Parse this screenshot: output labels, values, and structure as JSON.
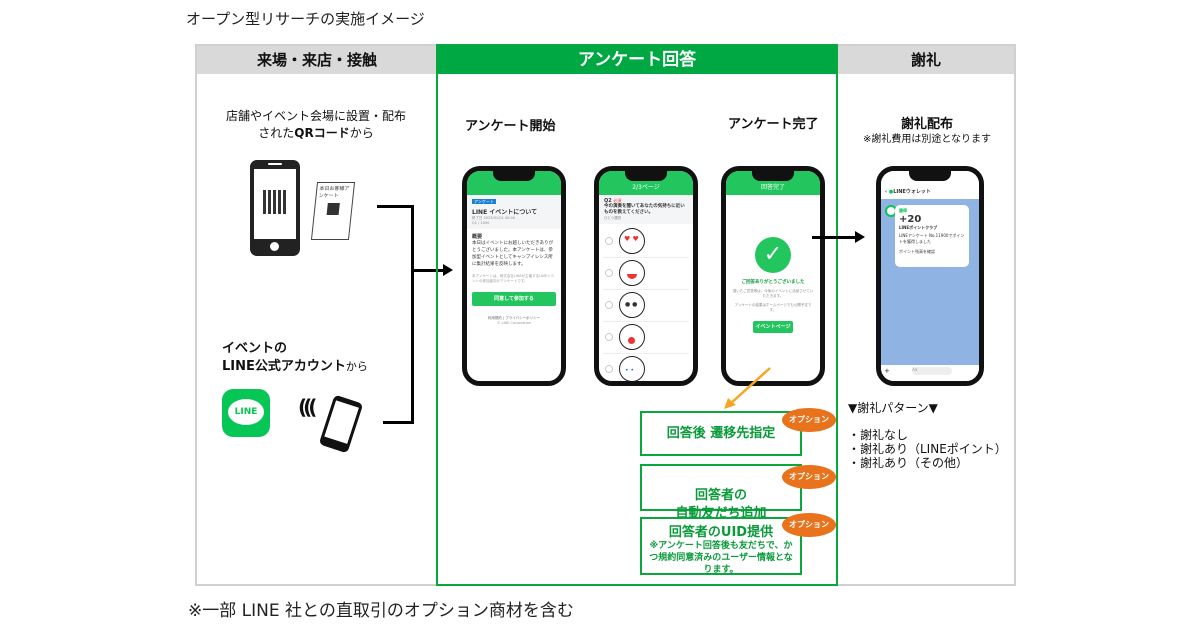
{
  "title": "オープン型リサーチの実施イメージ",
  "footnote": "※一部 LINE 社との直取引のオプション商材を含む",
  "columns": {
    "left": {
      "header": "来場・来店・接触",
      "qr_text_line1": "店舗やイベント会場に設置・配布",
      "qr_text_line2_prefix": "された",
      "qr_text_line2_bold": "QRコード",
      "qr_text_line2_suffix": "から",
      "tent_card_text": "本日お客様アンケート",
      "account_line1": "イベントの",
      "account_line2_bold": "LINE公式アカウント",
      "account_line2_suffix": "から",
      "line_logo_text": "LINE"
    },
    "middle": {
      "header": "アンケート回答",
      "start_label": "アンケート開始",
      "end_label": "アンケート完了",
      "phone1": {
        "badge": "アンケート",
        "heading": "LINE イベントについて",
        "meta1": "終了日 2023/01/01 00:00",
        "meta2": "Q1 / 1000",
        "section": "概要",
        "body": "本日はイベントにお越しいただきありがとうございました。本アンケートは、参加型イベントとしてキャンプイレシス所に集計結果を反映します。",
        "notes": "本アンケートは、株式会社LINEが主催するLINEイベントの参加者向けアンケートです。",
        "button": "同意して参加する",
        "link1": "利用規約",
        "link2": "プライバシーポリシー",
        "copyright": "© LINE Corporation"
      },
      "phone2": {
        "bar_title": "2/3ページ",
        "q_number": "Q2",
        "q_tag": "必須",
        "question": "今の演奏を聞いてあなたの気持ちに近いものを教えてください。",
        "hint": "ひとつ選択",
        "options": [
          "heart-eyes",
          "laughing",
          "neutral",
          "surprised",
          "crying"
        ]
      },
      "phone3": {
        "bar_title": "回答完了",
        "thanks": "ご回答ありがとうございました",
        "body": "頂いたご意見等は、今後のイベントに活用させていただきます。",
        "body2": "アンケートの結果はホームページでも公開予定です。",
        "button": "イベントページ"
      },
      "options": [
        {
          "title": "回答後 遷移先指定",
          "sub": "",
          "badge": "オプション"
        },
        {
          "title": "回答者の\n自動友だち追加",
          "sub": "",
          "badge": "オプション"
        },
        {
          "title": "回答者のUID提供",
          "sub": "※アンケート回答後も友だちで、かつ規約同意済みのユーザー情報となります。",
          "badge": "オプション"
        }
      ]
    },
    "right": {
      "header": "謝礼",
      "reward_label": "謝礼配布",
      "reward_note": "※謝礼費用は別途となります",
      "phone4": {
        "chat_title": "LINEウォレット",
        "card_tag": "獲得",
        "points": "+20",
        "club": "LINEポイントクラブ",
        "message": "LINEアンケート No.11900でポイントを獲得しました",
        "link": "ポイント残高を確認",
        "input_placeholder": "Aa"
      },
      "pattern_title": "▼謝礼パターン▼",
      "patterns": [
        "・謝礼なし",
        "・謝礼あり（LINEポイント）",
        "・謝礼あり（その他）"
      ]
    }
  },
  "colors": {
    "green": "#00a844",
    "border_green": "#0aa63e",
    "header_gray": "#d9d9d9",
    "option_orange": "#e8731c",
    "arrow_orange": "#f5a623",
    "chat_blue": "#8fb3e3"
  }
}
